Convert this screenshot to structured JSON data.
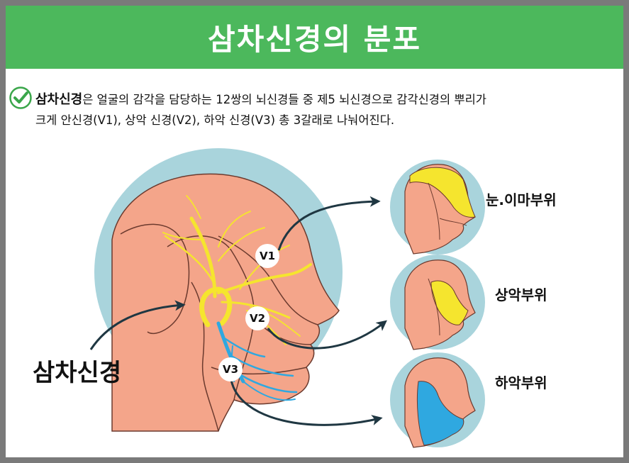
{
  "title": "삼차신경의 분포",
  "intro": {
    "term": "삼차신경",
    "line1_rest": "은 얼굴의 감각을 담당하는 12쌍의 뇌신경들 중 제5 뇌신경으로 감각신경의 뿌리가",
    "line2": "크게 안신경(V1), 상악 신경(V2), 하악 신경(V3) 총 3갈래로 나눠어진다."
  },
  "labels": {
    "main": "삼차신경",
    "v1": "V1",
    "v2": "V2",
    "v3": "V3",
    "region_v1": "눈.이마부위",
    "region_v2": "상악부위",
    "region_v3": "하악부위"
  },
  "colors": {
    "banner": "#4cb85c",
    "circle": "#a9d4dc",
    "skin": "#f4a58a",
    "skin_line": "#6b3a2e",
    "v1_v2_nerve": "#f5e52e",
    "v3_nerve": "#2fa8e0",
    "arrow": "#1f3742",
    "check": "#3aa64a"
  },
  "icons": {
    "check": "check-circle-icon"
  }
}
